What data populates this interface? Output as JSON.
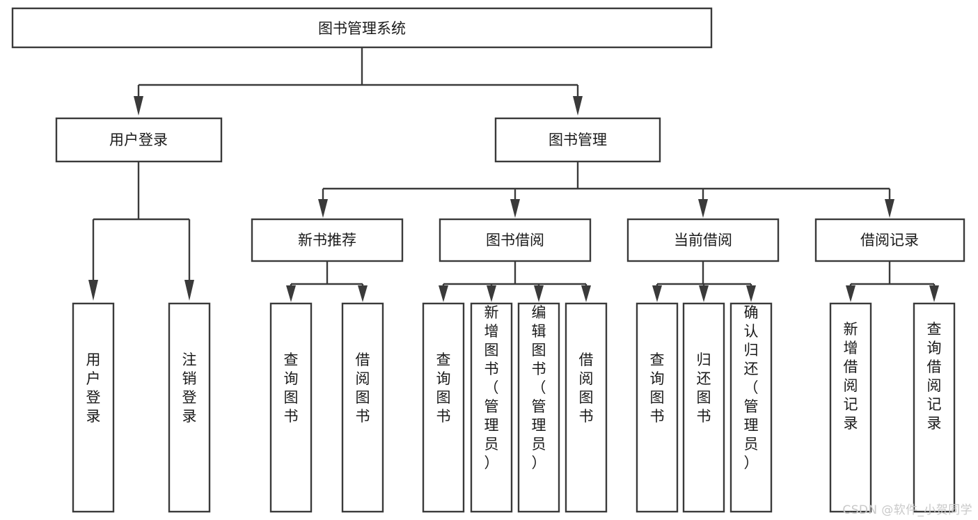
{
  "diagram": {
    "title": "图书管理系统",
    "type": "hierarchy-tree",
    "watermark": "CSDN @软件_小贺同学",
    "colors": {
      "box_stroke": "#3a3a3a",
      "box_fill": "#ffffff",
      "text": "#1a1a1a",
      "background": "#ffffff",
      "watermark": "#c9c9c9"
    },
    "levels": {
      "root": {
        "label": "图书管理系统"
      },
      "level2": [
        {
          "label": "用户登录"
        },
        {
          "label": "图书管理"
        }
      ],
      "level3": [
        {
          "label": "新书推荐"
        },
        {
          "label": "图书借阅"
        },
        {
          "label": "当前借阅"
        },
        {
          "label": "借阅记录"
        }
      ],
      "leaves": {
        "user_login": [
          {
            "label": "用户登录"
          },
          {
            "label": "注销登录"
          }
        ],
        "new_book_recommend": [
          {
            "label": "查询图书"
          },
          {
            "label": "借阅图书"
          }
        ],
        "book_borrow": [
          {
            "label": "查询图书"
          },
          {
            "label": "新增图书（管理员）"
          },
          {
            "label": "编辑图书（管理员）"
          },
          {
            "label": "借阅图书"
          }
        ],
        "current_borrow": [
          {
            "label": "查询图书"
          },
          {
            "label": "归还图书"
          },
          {
            "label": "确认归还（管理员）"
          }
        ],
        "borrow_record": [
          {
            "label": "新增借阅记录"
          },
          {
            "label": "查询借阅记录"
          }
        ]
      }
    }
  }
}
